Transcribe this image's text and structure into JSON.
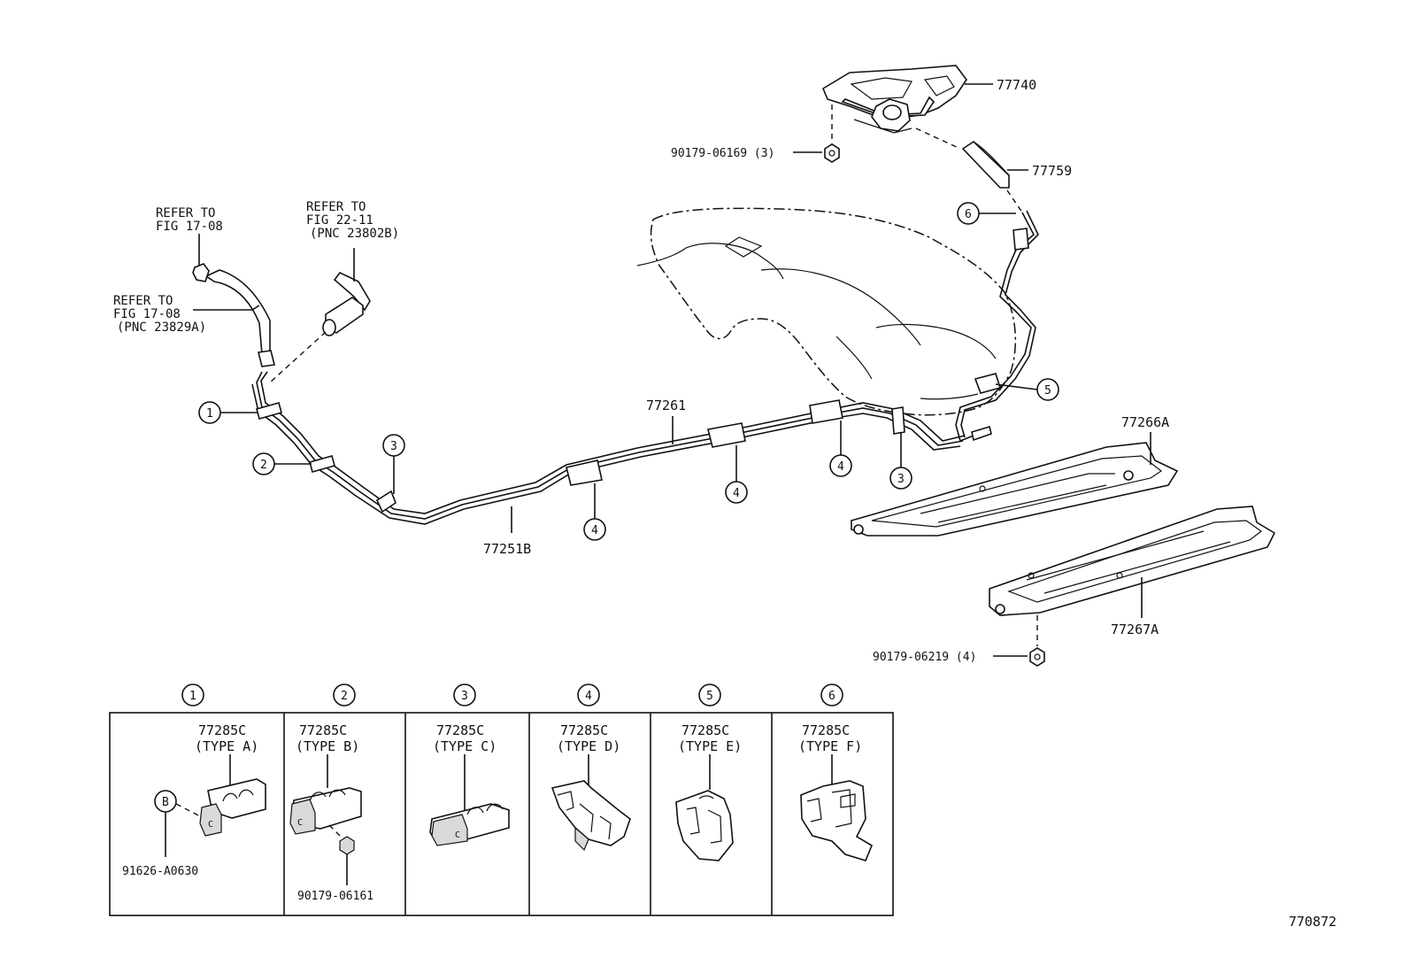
{
  "diagram_id": "770872",
  "refs": {
    "fig_17_08_a": [
      "REFER TO",
      "FIG 17-08"
    ],
    "fig_17_08_b": [
      "REFER TO",
      "FIG 17-08",
      "(PNC 23829A)"
    ],
    "fig_22_11": [
      "REFER TO",
      "FIG 22-11",
      "(PNC 23802B)"
    ]
  },
  "parts": {
    "canister": "77740",
    "canister_nut": "90179-06169 (3)",
    "vent_hose": "77759",
    "tube_main": "77261",
    "tube_front": "77251B",
    "protector_upper": "77266A",
    "protector_lower": "77267A",
    "protector_nut": "90179-06219 (4)"
  },
  "callouts": {
    "c1": "1",
    "c2": "2",
    "c3a": "3",
    "c3b": "3",
    "c4a": "4",
    "c4b": "4",
    "c4c": "4",
    "c5": "5",
    "c6": "6"
  },
  "legend": [
    {
      "num": "1",
      "part": "77285C",
      "type": "(TYPE A)",
      "extra_badge": "B",
      "extra_part": "91626-A0630"
    },
    {
      "num": "2",
      "part": "77285C",
      "type": "(TYPE B)",
      "extra_part": "90179-06161"
    },
    {
      "num": "3",
      "part": "77285C",
      "type": "(TYPE C)"
    },
    {
      "num": "4",
      "part": "77285C",
      "type": "(TYPE D)"
    },
    {
      "num": "5",
      "part": "77285C",
      "type": "(TYPE E)"
    },
    {
      "num": "6",
      "part": "77285C",
      "type": "(TYPE F)"
    }
  ]
}
